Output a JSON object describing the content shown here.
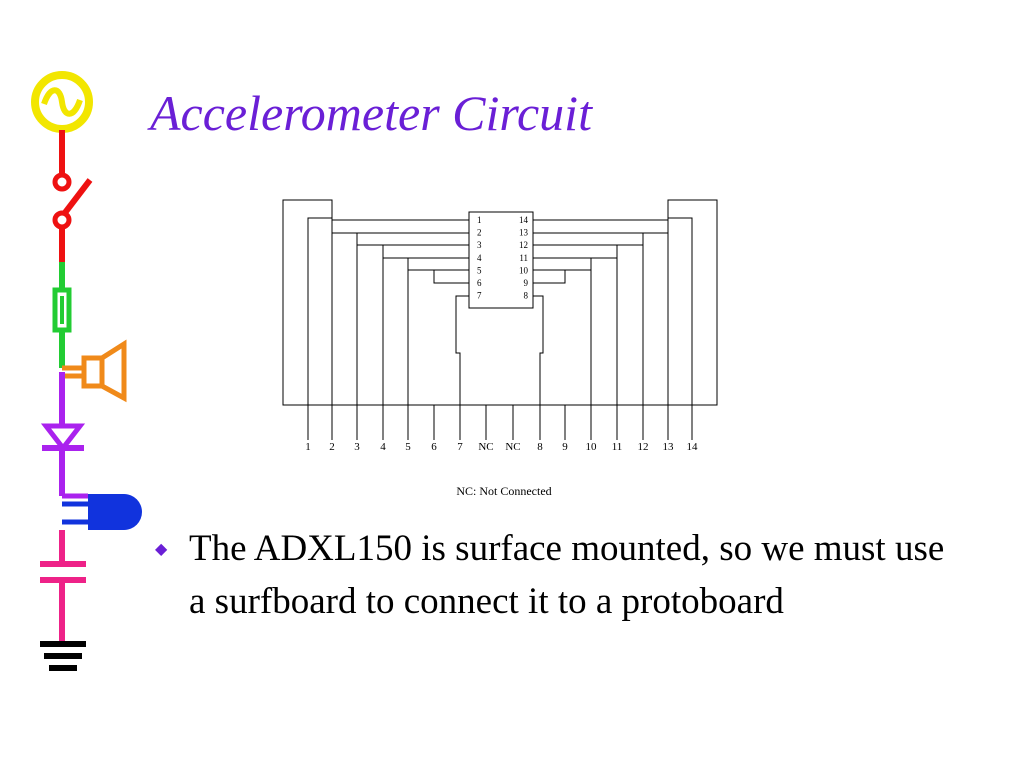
{
  "slide": {
    "title": "Accelerometer Circuit",
    "title_color": "#6a1fd6",
    "bullet_glyph": "◆",
    "bullet_text": "The ADXL150 is surface mounted, so we must use a surfboard to connect it to a protoboard"
  },
  "diagram": {
    "chip_left_pins": [
      "1",
      "2",
      "3",
      "4",
      "5",
      "6",
      "7"
    ],
    "chip_right_pins": [
      "14",
      "13",
      "12",
      "11",
      "10",
      "9",
      "8"
    ],
    "bottom_pins": [
      "1",
      "2",
      "3",
      "4",
      "5",
      "6",
      "7",
      "NC",
      "NC",
      "8",
      "9",
      "10",
      "11",
      "12",
      "13",
      "14"
    ],
    "note": "NC: Not Connected"
  },
  "decoration": {
    "icons": [
      "ac-source-icon",
      "switch-icon",
      "resistor-icon",
      "speaker-icon",
      "diode-icon",
      "lamp-icon",
      "capacitor-icon",
      "ground-icon"
    ],
    "colors": {
      "yellow": "#f2e600",
      "red": "#ee1111",
      "green": "#22cc33",
      "orange": "#f08a1a",
      "purple": "#aa22ee",
      "blue": "#1133dd",
      "pink": "#ee2288",
      "black": "#000000"
    }
  }
}
